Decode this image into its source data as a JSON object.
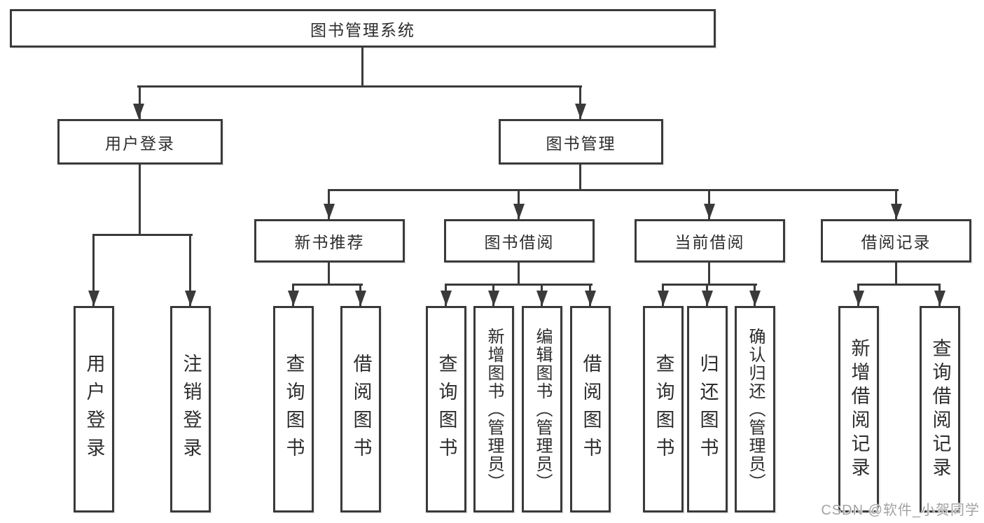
{
  "diagram_type": "hierarchy",
  "tree": {
    "label": "图书管理系统",
    "children": [
      {
        "label": "用户登录",
        "children": [
          {
            "label": "用户登录"
          },
          {
            "label": "注销登录"
          }
        ]
      },
      {
        "label": "图书管理",
        "children": [
          {
            "label": "新书推荐",
            "children": [
              {
                "label": "查询图书"
              },
              {
                "label": "借阅图书"
              }
            ]
          },
          {
            "label": "图书借阅",
            "children": [
              {
                "label": "查询图书"
              },
              {
                "label": "新增图书（管理员）"
              },
              {
                "label": "编辑图书（管理员）"
              },
              {
                "label": "借阅图书"
              }
            ]
          },
          {
            "label": "当前借阅",
            "children": [
              {
                "label": "查询图书"
              },
              {
                "label": "归还图书"
              },
              {
                "label": "确认归还（管理员）"
              }
            ]
          },
          {
            "label": "借阅记录",
            "children": [
              {
                "label": "新增借阅记录"
              },
              {
                "label": "查询借阅记录"
              }
            ]
          }
        ]
      }
    ]
  },
  "watermark": {
    "text": "CSDN @软件_小贺同学"
  },
  "colors": {
    "line": "#3a3a3a",
    "text": "#2d2d2d",
    "watermark": "#a3a3a3",
    "background": "#ffffff"
  }
}
